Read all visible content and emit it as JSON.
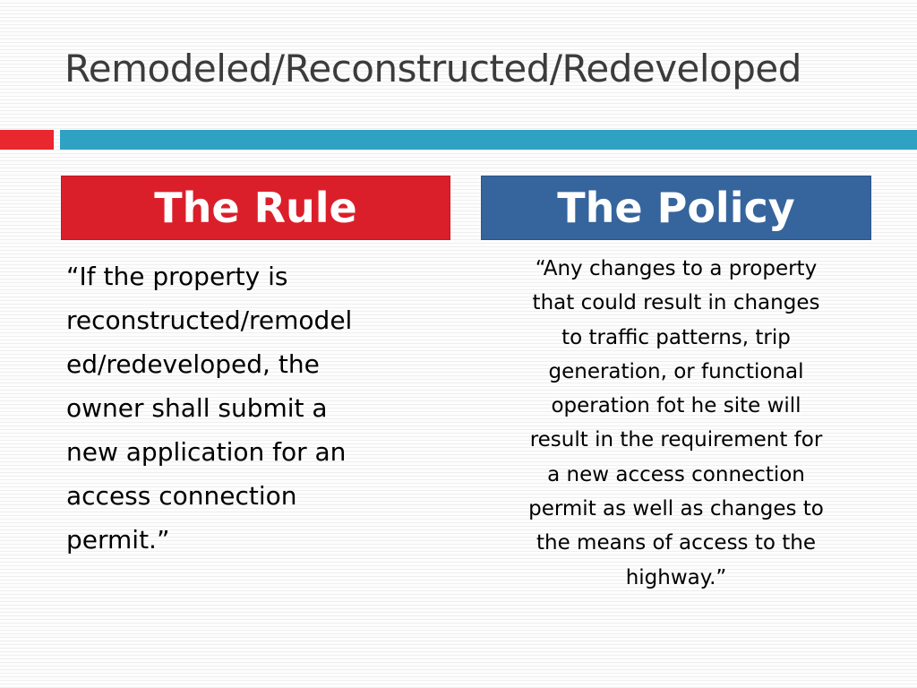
{
  "title": "Remodeled/Reconstructed/Redeveloped",
  "colors": {
    "title_text": "#3b3b3b",
    "accent_red": "#e8272e",
    "accent_blue": "#2fa1c2",
    "rule_header_bg": "#db1f2a",
    "policy_header_bg": "#36649c"
  },
  "rule": {
    "heading": "The Rule",
    "lines": [
      "“If the property is",
      "reconstructed/remodel",
      "ed/redeveloped, the",
      "owner shall submit a",
      "new application for an",
      "access connection",
      "permit.”"
    ]
  },
  "policy": {
    "heading": "The Policy",
    "lines": [
      "“Any changes to a property",
      "that could result in changes",
      "to traffic patterns, trip",
      "generation, or functional",
      "operation fot he site will",
      "result in the requirement for",
      "a new access connection",
      "permit as well as changes to",
      "the means of access to the",
      "highway.”"
    ]
  }
}
